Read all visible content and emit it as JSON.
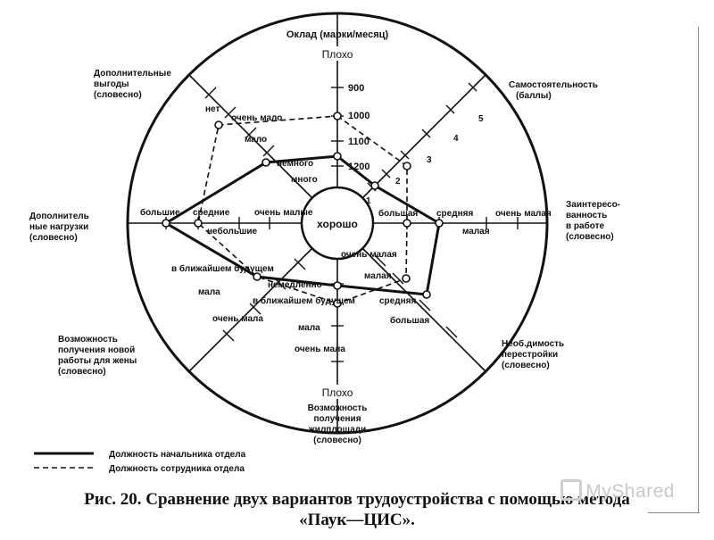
{
  "rim_labels": {
    "top": "Плохо",
    "bottom": "Плохо",
    "center": "хорошо"
  },
  "axes": {
    "salary": "Оклад (марки/месяц)",
    "autonomy": [
      "Самостоятельность",
      "(баллы)"
    ],
    "interest": [
      "Заинтересо-",
      "ванность",
      "в работе",
      "(словесно)"
    ],
    "restructuring": [
      "Необ.димость",
      "перестройки",
      "(словесно)"
    ],
    "housing": [
      "Возможность",
      "получения",
      "жилплощади",
      "(словесно)"
    ],
    "wife_job": [
      "Возможность",
      "получения новой",
      "работы для жены",
      "(словесно)"
    ],
    "extra_load": [
      "Дополнитель",
      "ные нагрузки",
      "(словесно)"
    ],
    "extra_benefits": [
      "Дополнительные",
      "выгоды",
      "(словесно)"
    ]
  },
  "scale": {
    "salary_ticks": [
      "900",
      "1000",
      "1100",
      "1200"
    ],
    "autonomy_ticks": [
      "1",
      "2",
      "3",
      "4",
      "5"
    ],
    "benefits_ticks": [
      "нет",
      "очень мало",
      "мало",
      "немного",
      "много"
    ],
    "load_ticks": [
      "большие",
      "средние",
      "очень малые",
      "небольшие"
    ],
    "wife_ticks": [
      "в ближайшем будущем",
      "мала",
      "очень мала",
      "немедленно"
    ],
    "housing_ticks": [
      "в ближайшем будущем",
      "мала",
      "очень мала"
    ],
    "restructuring_ticks": [
      "очень малая",
      "малая",
      "средняя",
      "большая"
    ],
    "interest_ticks": [
      "большая",
      "средняя",
      "очень малая",
      "малая"
    ]
  },
  "legend": {
    "solid_label": "Должность начальника отдела",
    "dashed_label": "Должность сотрудника отдела"
  },
  "caption": {
    "line1": "Рис. 20. Сравнение двух вариантов трудоустройства с помощью метода",
    "line2": "«Паук—ЦИС»."
  },
  "watermark": "MyShared"
}
